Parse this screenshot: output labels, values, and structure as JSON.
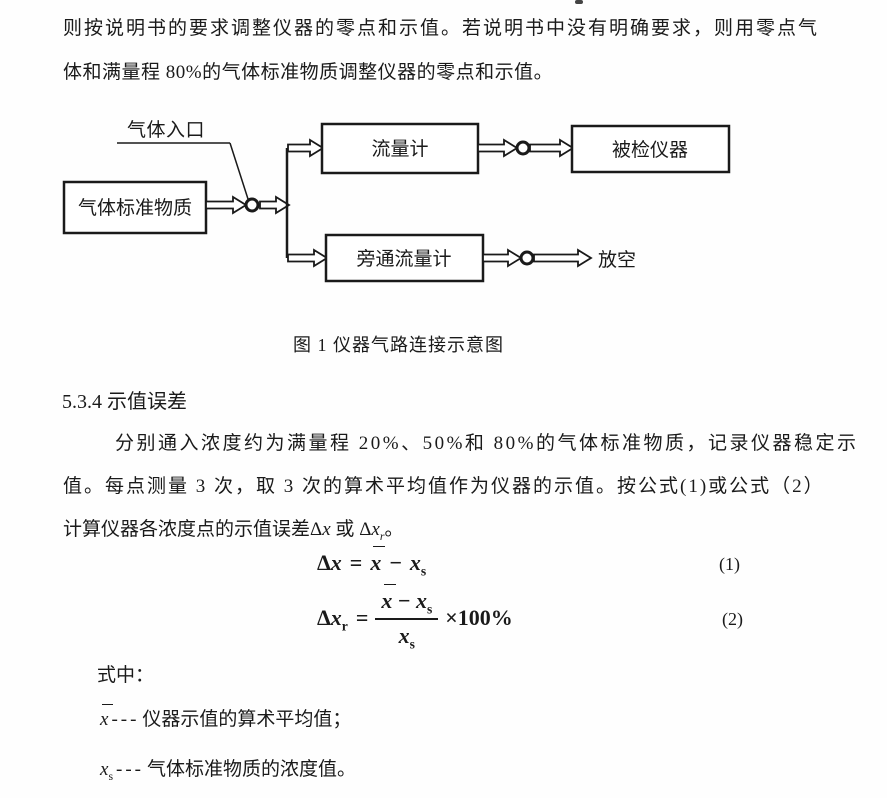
{
  "intro": {
    "line1": "则按说明书的要求调整仪器的零点和示值。若说明书中没有明确要求，则用零点气",
    "line2": "体和满量程 80%的气体标准物质调整仪器的零点和示值。"
  },
  "diagram": {
    "inlet_label": "气体入口",
    "source_box": "气体标准物质",
    "flowmeter_box": "流量计",
    "tested_box": "被检仪器",
    "bypass_box": "旁通流量计",
    "vent_label": "放空",
    "caption": "图 1  仪器气路连接示意图"
  },
  "section": {
    "heading": "5.3.4 示值误差",
    "line1": "分别通入浓度约为满量程 20%、50%和 80%的气体标准物质，记录仪器稳定示",
    "line2": "值。每点测量 3 次，取 3 次的算术平均值作为仪器的示值。按公式(1)或公式（2）",
    "line3_pre": "计算仪器各浓度点的示值误差",
    "line3_or": "或",
    "line3_end": "。"
  },
  "math": {
    "delta": "Δ",
    "x": "x",
    "sub_r": "r",
    "sub_s": "s",
    "equals": "=",
    "minus": "−",
    "times_pct": "×100%",
    "f1_number": "(1)",
    "f2_number": "(2)"
  },
  "definitions": {
    "where": "式中：",
    "dash": "---",
    "mean_desc": "仪器示值的算术平均值；",
    "std_desc": "气体标准物质的浓度值。"
  }
}
